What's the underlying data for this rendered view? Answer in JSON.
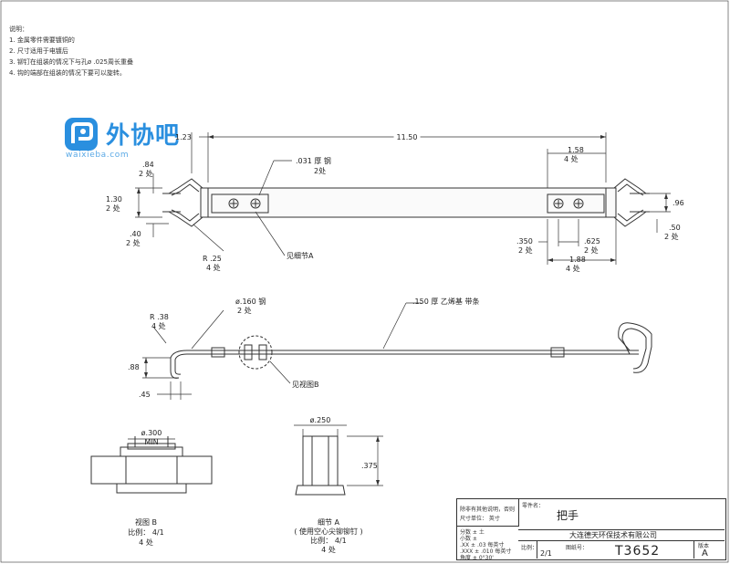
{
  "notes": {
    "heading": "说明：",
    "items": [
      "1. 金属零件需要镀铜的",
      "2. 尺寸适用于电镀后",
      "3. 铆钉在组装的情况下与孔ø .025周长重叠",
      "4. 钩的端部在组装的情况下要可以旋转。"
    ]
  },
  "watermark": {
    "name": "外协吧",
    "url": "waixieba.com",
    "color": "#2a8fdf"
  },
  "top_view": {
    "dim_overall": "11.50",
    "dim_left_offset": "1.23",
    "dim_84": ".84",
    "dim_84_qty": "2 处",
    "dim_130": "1.30",
    "dim_130_qty": "2 处",
    "dim_40": ".40",
    "dim_40_qty": "2 处",
    "dim_r25": "R  .25",
    "dim_r25_qty": "4 处",
    "dim_031": ".031  厚 钢",
    "dim_031_qty": "2处",
    "detail_a_ref": "见细节A",
    "dim_158": "1.58",
    "dim_158_qty": "4 处",
    "dim_96": ".96",
    "dim_50": ".50",
    "dim_50_qty": "2 处",
    "dim_350": ".350",
    "dim_350_qty": "2 处",
    "dim_625": ".625",
    "dim_625_qty": "2 处",
    "dim_188": "1.88",
    "dim_188_qty": "4 处"
  },
  "side_view": {
    "dim_r38": "R  .38",
    "dim_r38_qty": "4 处",
    "dim_160": "ø.160  钢",
    "dim_160_qty": "2 处",
    "dim_150": ".150  厚   乙烯基  带条",
    "dim_88": ".88",
    "dim_45": ".45",
    "view_b_ref": "见视图B"
  },
  "view_b": {
    "dim": "ø.300",
    "dim2": "MIN",
    "title": "视图 B",
    "scale": "比例：  4/1",
    "qty": "4  处"
  },
  "detail_a": {
    "dim": "ø.250",
    "dim_375": ".375",
    "title": "细节  A",
    "note": "( 使用空心尖铆铆钉 )",
    "scale": "比例：  4/1",
    "qty": "4   处"
  },
  "title_block": {
    "tolerance_note_1": "除非有其他说明，否则",
    "tolerance_note_2": "尺寸单位：  英寸",
    "part_name_label": "零件名：",
    "part_name": "把手",
    "company": "大连德天环保技术有限公司",
    "tol_rows": [
      "分数           ± 土",
      "小数           ±",
      ".XX     ± .03   每英寸",
      ".XXX   ± .010  每英寸",
      "角度      ± 0°30'"
    ],
    "scale_label": "比例：",
    "scale": "2/1",
    "drawing_no_label": "图纸号：",
    "drawing_no": "T3652",
    "rev_label": "版本",
    "rev": "A"
  }
}
